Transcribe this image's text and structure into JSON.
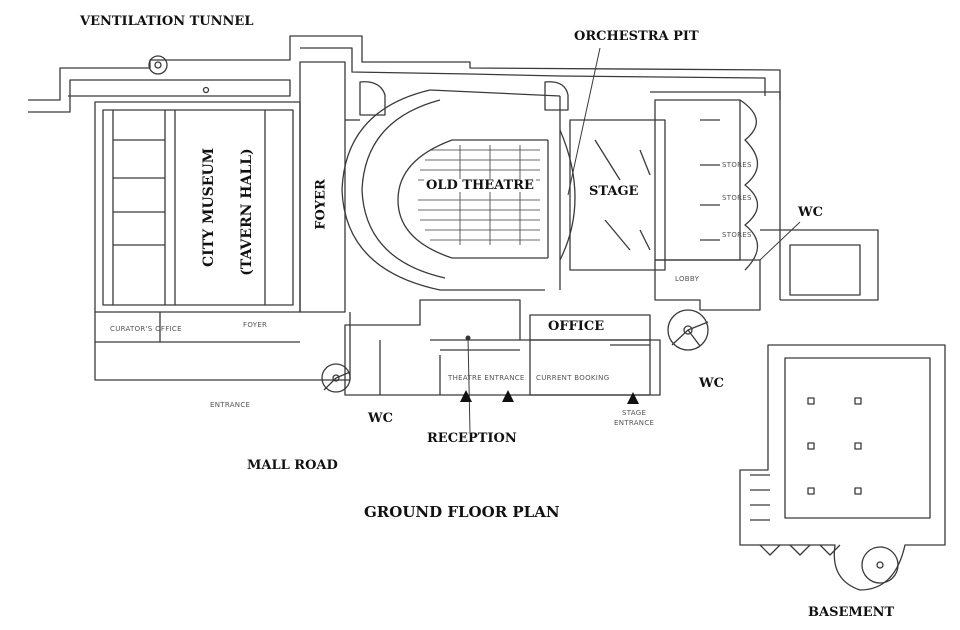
{
  "labels": {
    "ventilation_tunnel": "VENTILATION TUNNEL",
    "orchestra_pit": "ORCHESTRA PIT",
    "city_museum": "CITY MUSEUM",
    "tavern_hall": "(TAVERN HALL)",
    "foyer": "FOYER",
    "old_theatre": "OLD THEATRE",
    "stage": "STAGE",
    "wc_east": "WC",
    "office": "OFFICE",
    "wc_south_east": "WC",
    "wc_south": "WC",
    "reception": "RECEPTION",
    "mall_road": "MALL ROAD",
    "plan_title": "GROUND FLOOR PLAN",
    "basement": "BASEMENT"
  },
  "small_labels": {
    "curators_office": "CURATOR'S OFFICE",
    "foyer_small": "FOYER",
    "entrance": "ENTRANCE",
    "theatre_entrance": "THEATRE ENTRANCE",
    "current_booking": "CURRENT BOOKING",
    "stage_entrance_1": "STAGE",
    "stage_entrance_2": "ENTRANCE",
    "stores_1": "STORES",
    "stores_2": "STORES",
    "stores_3": "STORES",
    "lobby": "LOBBY"
  },
  "colors": {
    "ink": "#333333",
    "label": "#111111"
  }
}
